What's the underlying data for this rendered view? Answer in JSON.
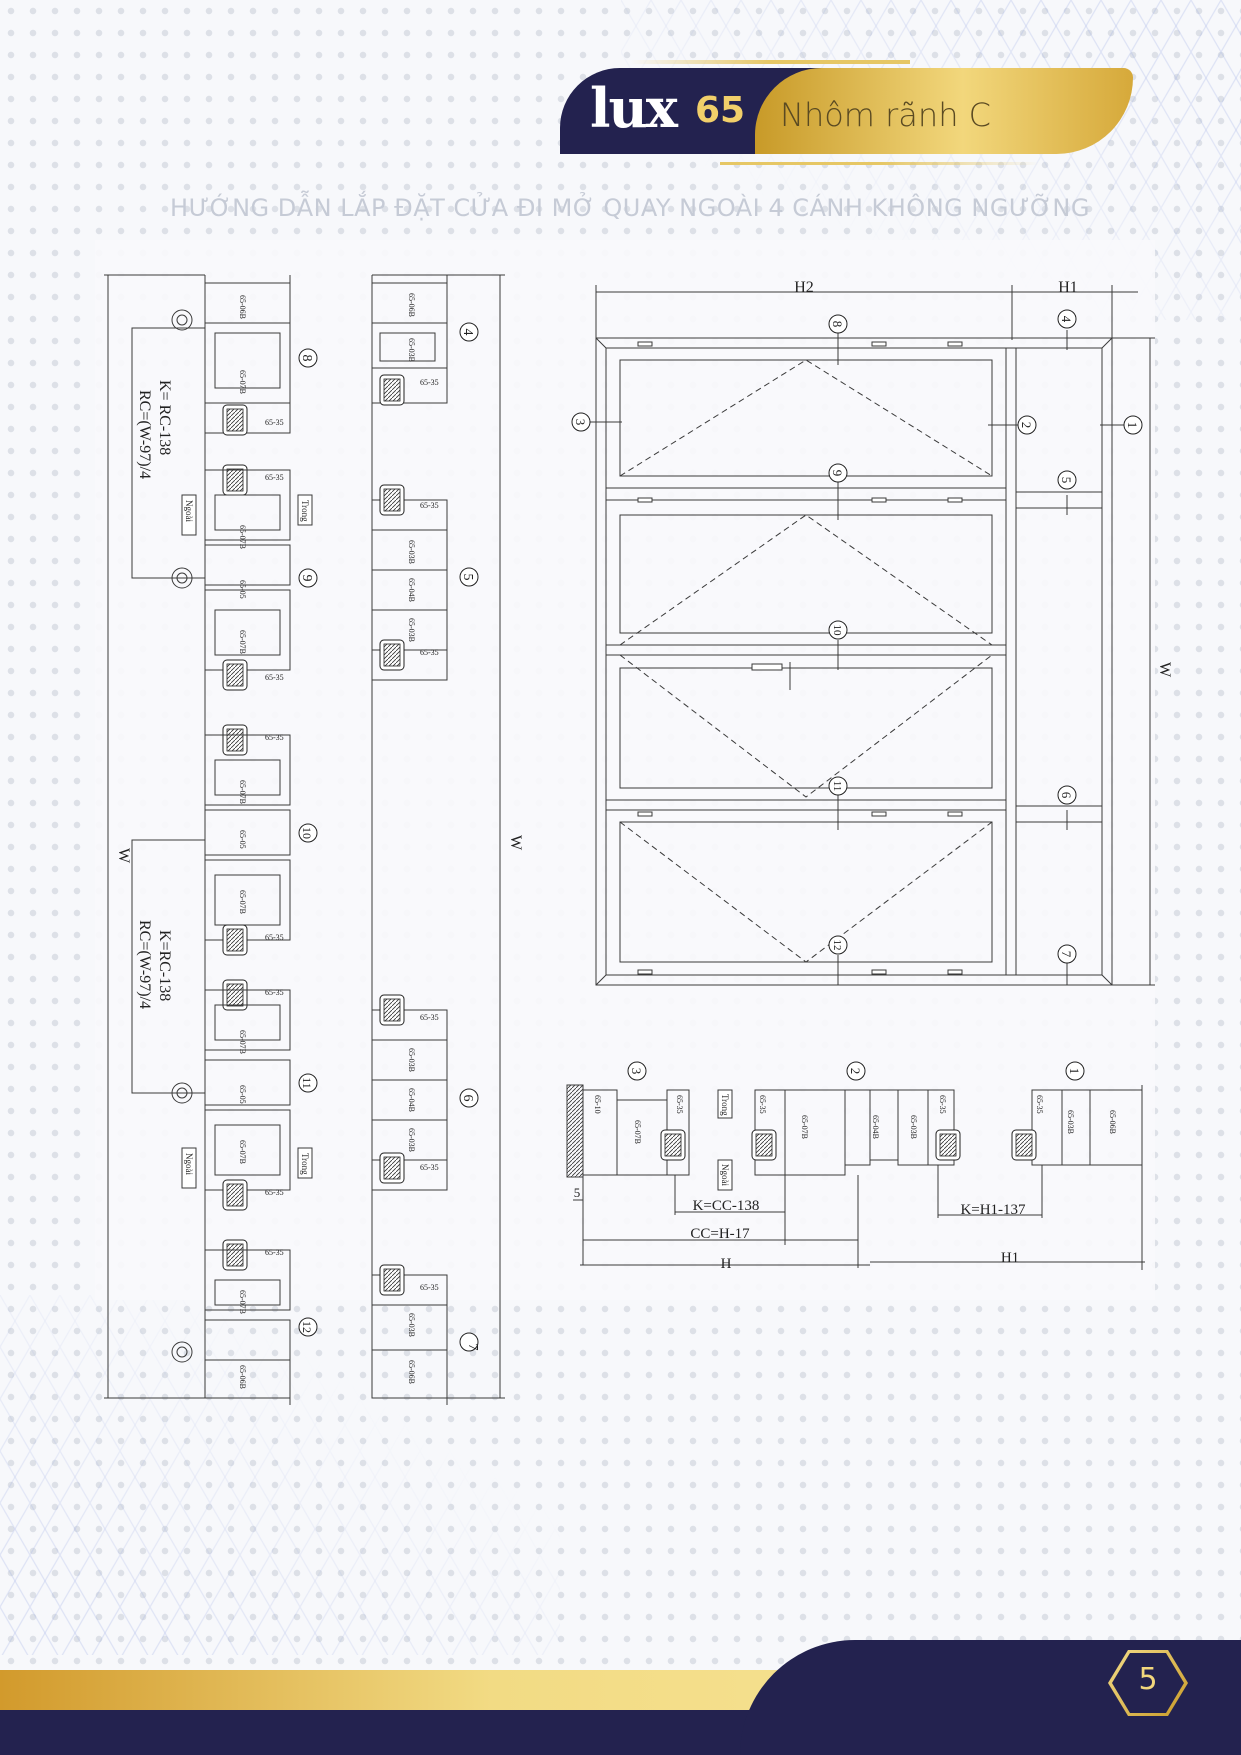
{
  "brand": {
    "name": "lux",
    "series": "65",
    "subtitle": "Nhôm rãnh C"
  },
  "title": "HƯỚNG DẪN LẮP ĐẶT CỬA ĐI MỞ QUAY NGOÀI 4 CÁNH KHÔNG NGƯỠNG",
  "page_number": "5",
  "colors": {
    "navy": "#23224f",
    "gold": "#d8a93a",
    "line": "#4a4a4a"
  },
  "section_left": {
    "dim_label_w": "W",
    "formula_k": "K= RC-138",
    "formula_rc": "RC=(W-97)/4",
    "formula_k2": "K=RC-138",
    "formula_rc2": "RC=(W-97)/4",
    "outside": "Ngoài",
    "inside": "Trong",
    "callouts": [
      "8",
      "9",
      "10",
      "11",
      "12"
    ],
    "profile_labels": [
      "65-06B",
      "65-07B",
      "65-35",
      "65-05"
    ]
  },
  "section_mid": {
    "dim_label_w": "W",
    "callouts": [
      "4",
      "5",
      "6",
      "7"
    ],
    "profile_labels": [
      "65-06B",
      "65-03B",
      "65-35",
      "65-04B"
    ]
  },
  "elevation": {
    "dim_h2": "H2",
    "dim_h1": "H1",
    "dim_w": "W",
    "callouts": [
      "1",
      "2",
      "3",
      "4",
      "5",
      "6",
      "7",
      "8",
      "9",
      "10",
      "11",
      "12"
    ]
  },
  "plan_section": {
    "callouts": [
      "3",
      "2",
      "1"
    ],
    "dim_k1": "K=CC-138",
    "dim_cc": "CC=H-17",
    "dim_h": "H",
    "dim_k2": "K=H1-137",
    "dim_h1": "H1",
    "gap": "5",
    "inside": "Trong",
    "outside": "Ngoài",
    "profile_labels": [
      "65-10",
      "65-35",
      "65-07B",
      "65-04B",
      "65-03B",
      "65-06B"
    ]
  }
}
